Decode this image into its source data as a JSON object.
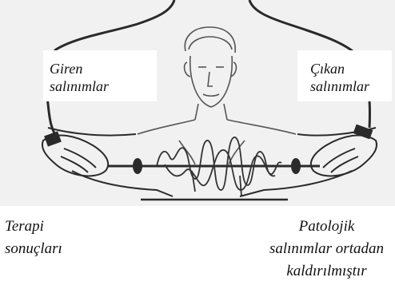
{
  "labels": {
    "incoming": [
      "Giren",
      "salınımlar"
    ],
    "outgoing": [
      "Çıkan",
      "salınımlar"
    ],
    "therapy": [
      "Terapi",
      "sonuçları"
    ],
    "pathological": [
      "Patolojik",
      "salınımlar ortadan",
      "kaldırılmıştır"
    ]
  },
  "colors": {
    "ink": "#2a2a2a",
    "panel": "#f1f1f1",
    "text": "#111111"
  },
  "icons": [
    "person-figure",
    "left-hand-electrode",
    "right-hand-electrode",
    "wave-signal"
  ]
}
